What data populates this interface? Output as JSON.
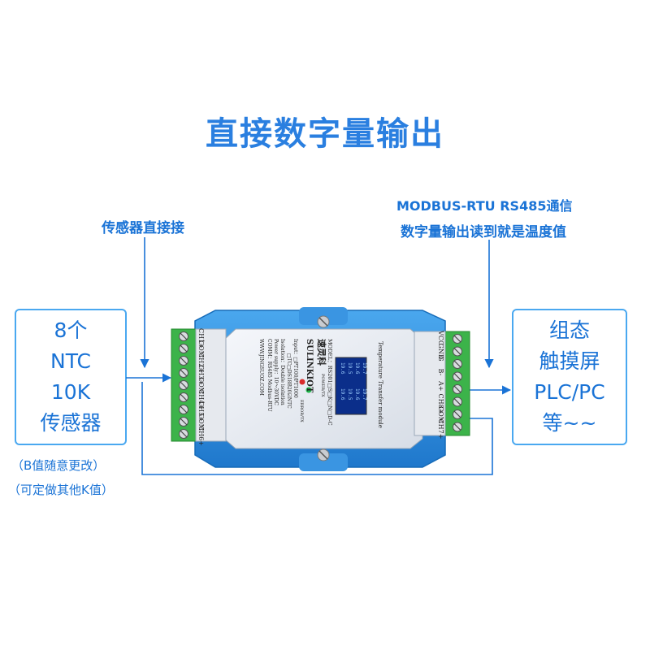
{
  "title": "直接数字量输出",
  "colors": {
    "accent": "#1a73d6",
    "box_border": "#4aa8f0",
    "device_body": "#2f8de0",
    "terminal_green": "#39b54a"
  },
  "left_annotation": "传感器直接接",
  "right_annotation": {
    "line1": "MODBUS-RTU  RS485通信",
    "line2": "数字量输出读到就是温度值"
  },
  "left_box": {
    "line1": "8个",
    "line2": "NTC",
    "line3": "10K",
    "line4": "传感器"
  },
  "left_notes": {
    "line1": "（B值随意更改）",
    "line2": "（可定做其他K值）"
  },
  "right_box": {
    "line1": "组态",
    "line2": "触摸屏",
    "line3": "PLC/PC",
    "line4": "等~~"
  },
  "device": {
    "brand_cn": "速灵科",
    "brand_en": "SULINKIOT",
    "module_name": "Temperature Transfer module",
    "model": "MODEL：RS201□S□K□N□D-C",
    "input": "Input：□PT100/PT1000",
    "input2": "□TC□DS18B20☑NTC",
    "isolation": "Isolation：Double isolation",
    "power": "Power supply：10～30VDC",
    "comm": "COMM：RS485 Modbus-RTU",
    "url": "WWW.JINGSUOZ.COM",
    "led_power": "POWER/TX",
    "led_error": "ERROR/TX",
    "display_values": [
      "19.6",
      "19.5",
      "19.6",
      "19.7",
      "19.6",
      "19.5",
      "19.6",
      "19.7"
    ],
    "left_terminals": [
      "CH1+",
      "COM",
      "CH2+",
      "CH3+",
      "COM",
      "CH4+",
      "CH5+",
      "COM",
      "CH6+"
    ],
    "right_terminals": [
      "VCC",
      "GND",
      "G",
      "B-",
      "A+",
      "CH8+",
      "COM",
      "CH7+"
    ]
  }
}
